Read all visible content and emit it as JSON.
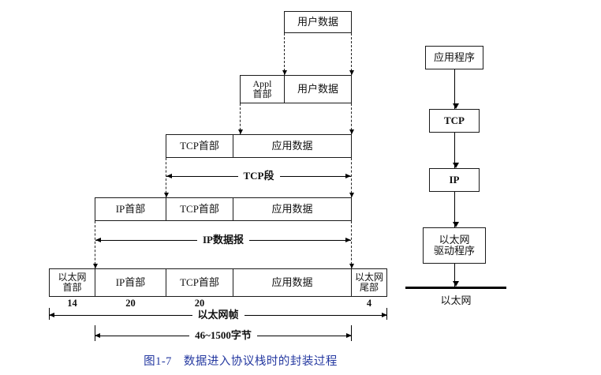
{
  "figure": {
    "caption": "图1-7　数据进入协议栈时的封装过程",
    "caption_color": "#2438a0"
  },
  "encapsulation": {
    "row1": {
      "user_data": "用户数据"
    },
    "row2": {
      "appl_header": "Appl\n首部",
      "user_data": "用户数据"
    },
    "row3": {
      "tcp_header": "TCP首部",
      "app_data": "应用数据"
    },
    "row4": {
      "ip_header": "IP首部",
      "tcp_header": "TCP首部",
      "app_data": "应用数据"
    },
    "row5": {
      "eth_header": "以太网\n首部",
      "ip_header": "IP首部",
      "tcp_header": "TCP首部",
      "app_data": "应用数据",
      "eth_trailer": "以太网\n尾部"
    }
  },
  "measures": {
    "tcp_segment": "TCP段",
    "ip_datagram": "IP数据报",
    "ethernet_frame": "以太网帧",
    "payload_range": "46~1500字节"
  },
  "byte_counts": {
    "eth_header": "14",
    "ip_header": "20",
    "tcp_header": "20",
    "eth_trailer": "4"
  },
  "protocol_stack": {
    "application": "应用程序",
    "tcp": "TCP",
    "ip": "IP",
    "eth_driver": "以太网\n驱动程序",
    "ethernet_label": "以太网"
  }
}
